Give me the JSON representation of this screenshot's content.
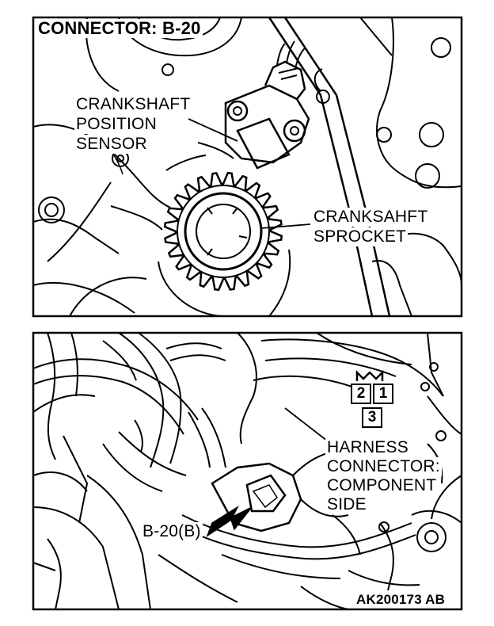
{
  "title": "CONNECTOR: B-20",
  "labels": {
    "sensor": [
      "CRANKSHAFT",
      "POSITION",
      "SENSOR"
    ],
    "sprocket": [
      "CRANKSAHFT",
      "SPROCKET"
    ],
    "harness": [
      "HARNESS",
      "CONNECTOR:",
      "COMPONENT",
      "SIDE"
    ],
    "connector_ref": "B-20(B)",
    "figure_code": "AK200173 AB"
  },
  "connector_pins": [
    "2",
    "1",
    "3"
  ]
}
